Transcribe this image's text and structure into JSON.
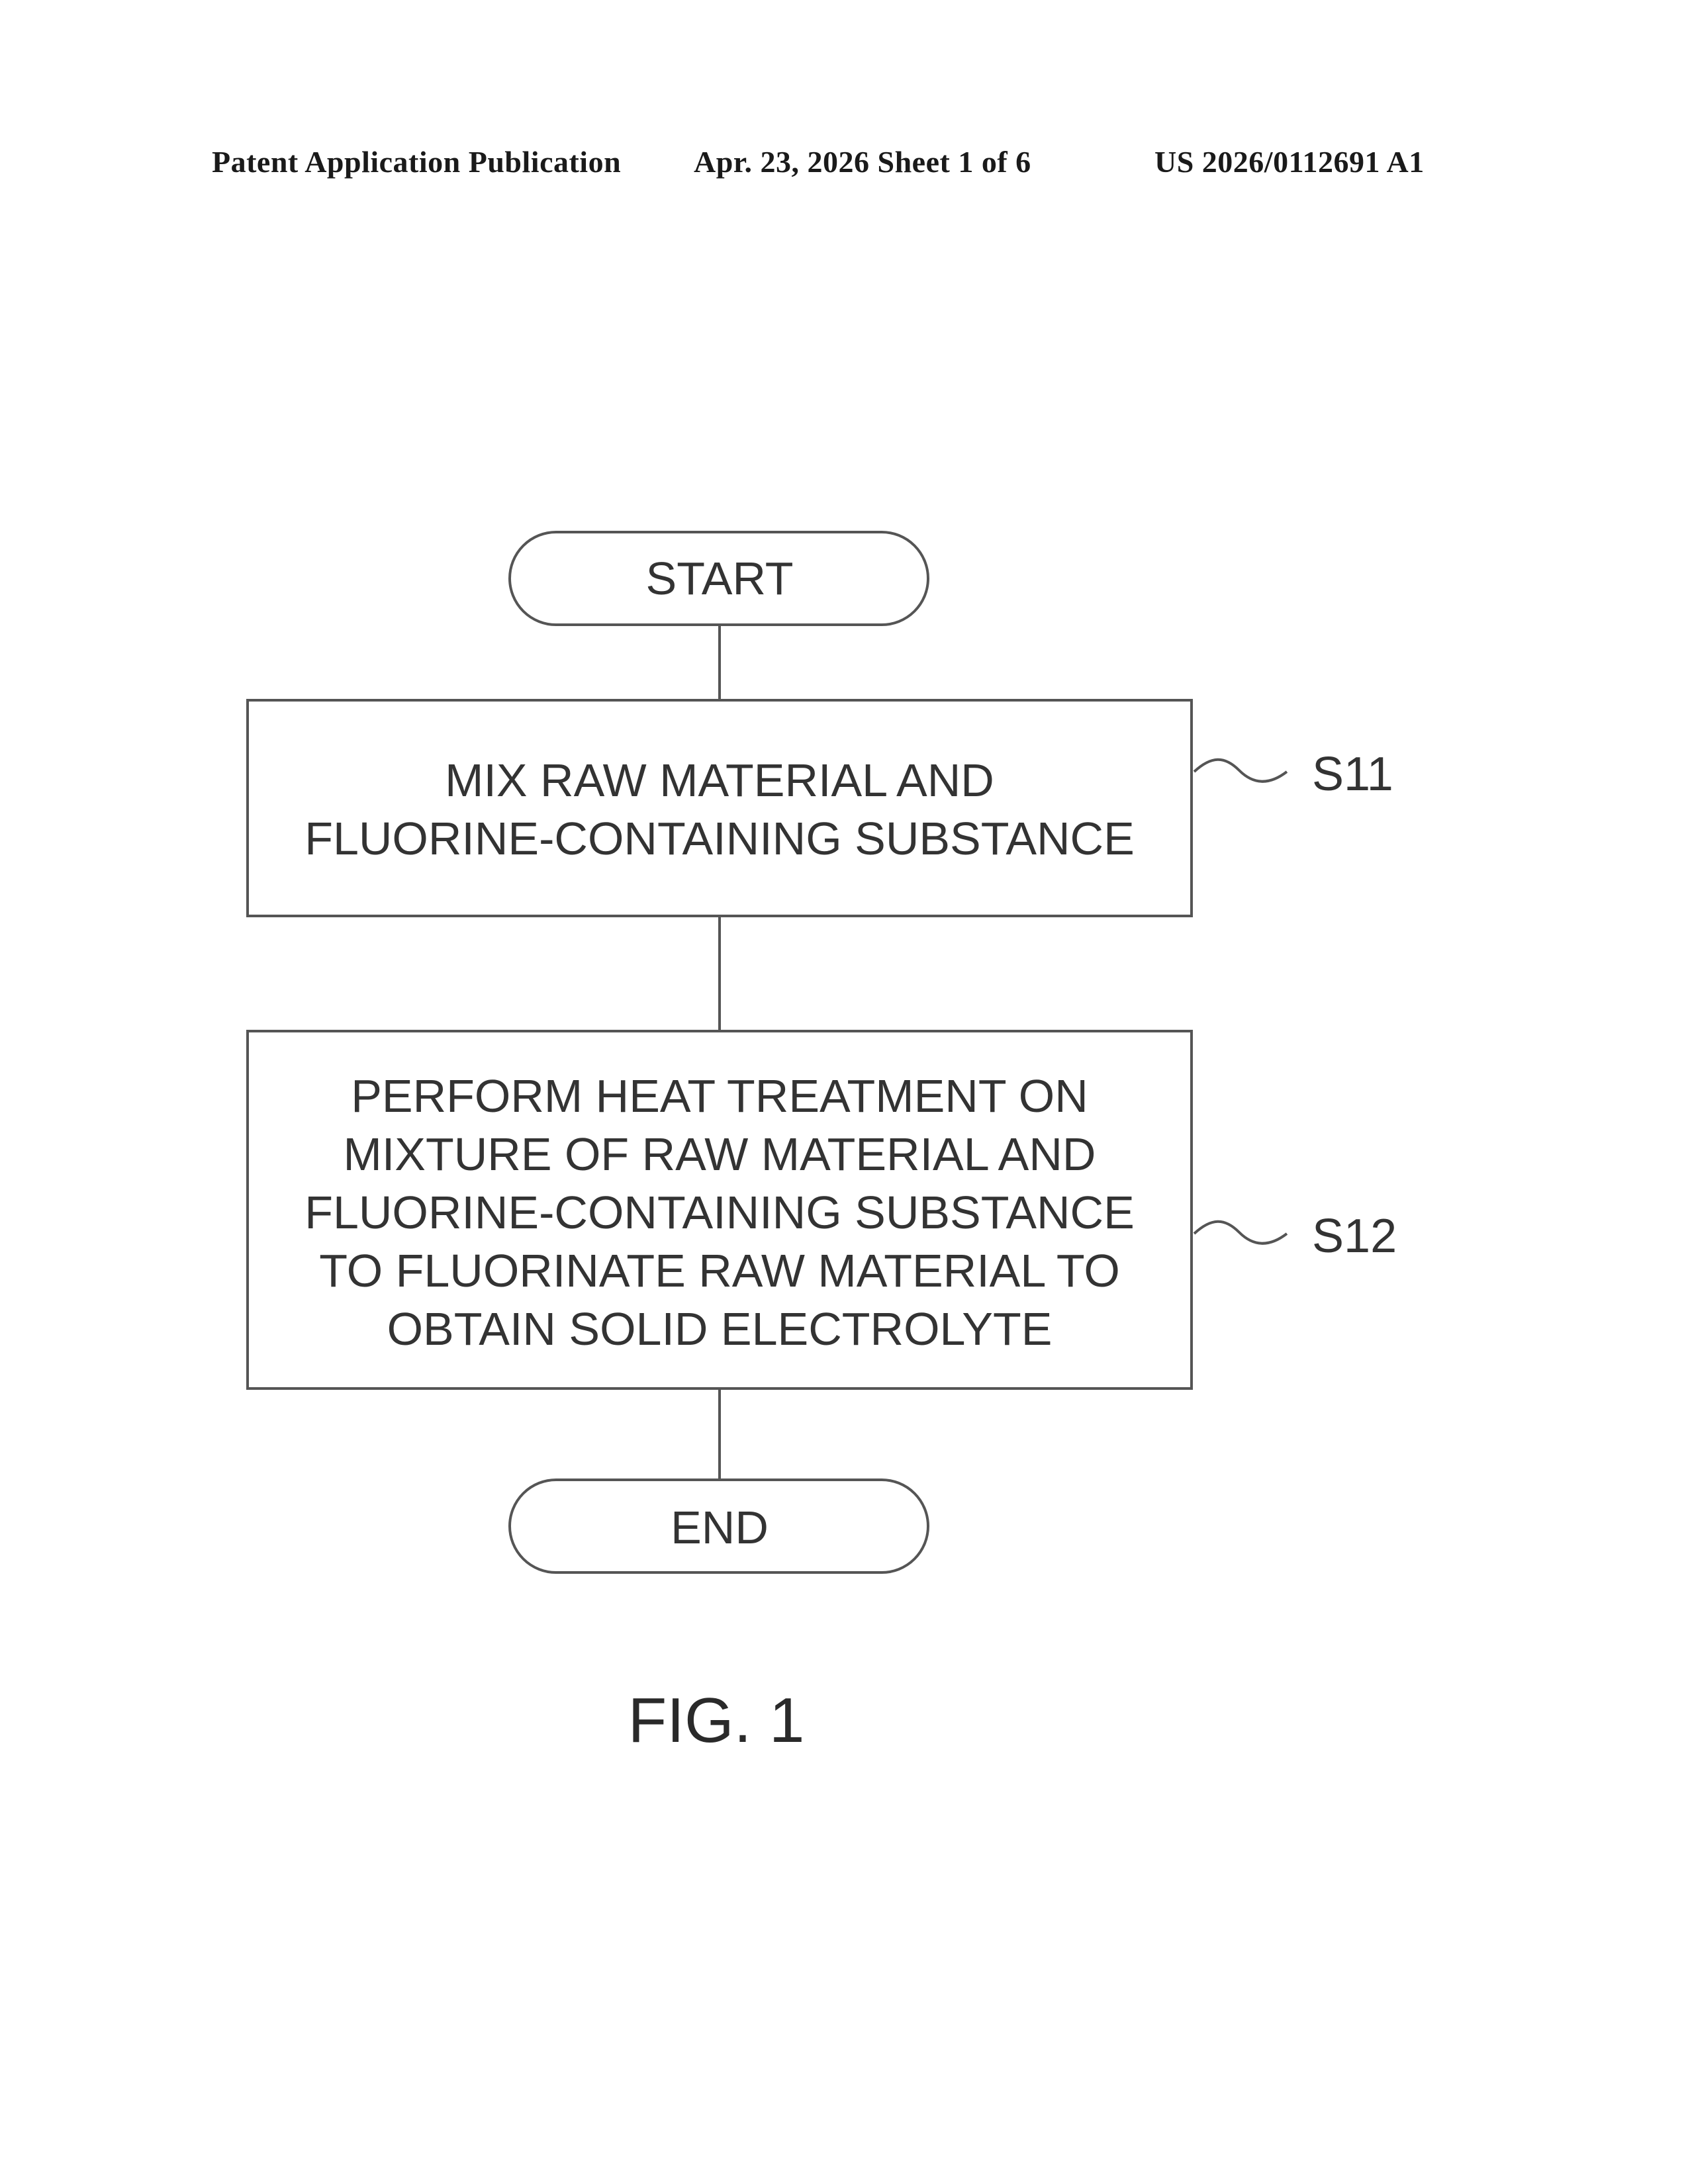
{
  "header": {
    "left": "Patent Application Publication",
    "middle": "Apr. 23, 2026  Sheet 1 of 6",
    "right": "US 2026/0112691 A1"
  },
  "flowchart": {
    "start": "START",
    "steps": [
      {
        "ref": "S11",
        "lines": [
          "MIX RAW MATERIAL AND",
          "FLUORINE-CONTAINING SUBSTANCE"
        ]
      },
      {
        "ref": "S12",
        "lines": [
          "PERFORM HEAT TREATMENT ON",
          "MIXTURE OF RAW MATERIAL AND",
          "FLUORINE-CONTAINING SUBSTANCE",
          "TO FLUORINATE RAW MATERIAL TO",
          "OBTAIN SOLID ELECTROLYTE"
        ]
      }
    ],
    "end": "END"
  },
  "figure_label": "FIG. 1"
}
